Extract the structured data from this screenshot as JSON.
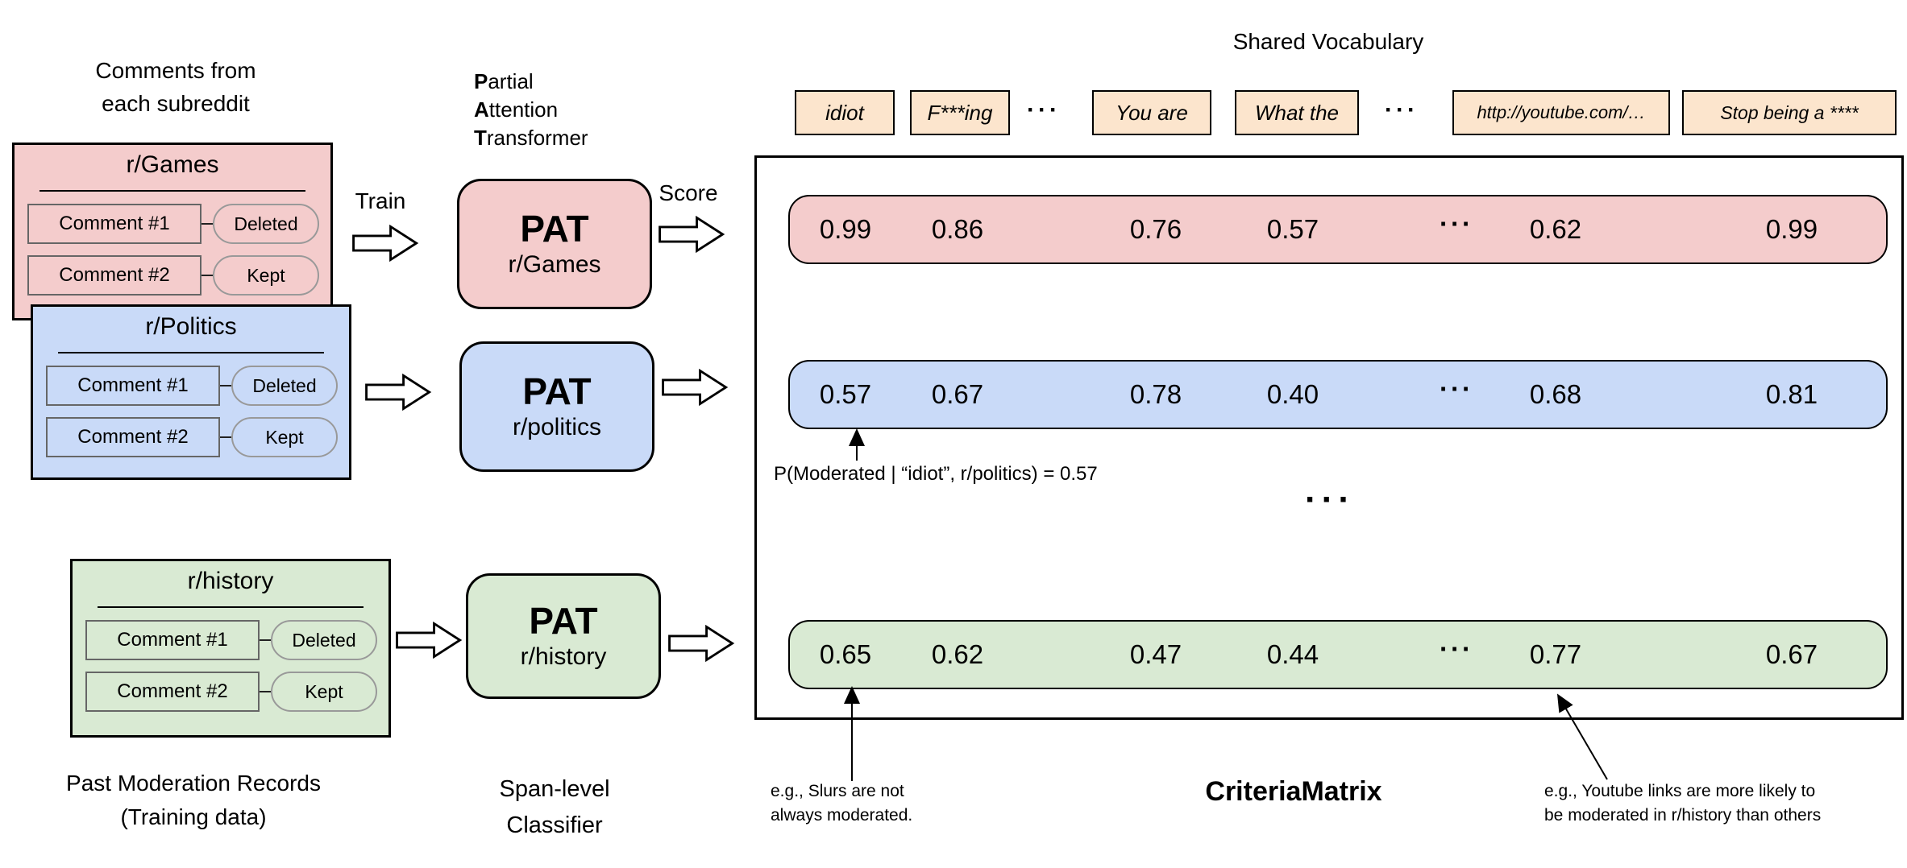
{
  "labels": {
    "comments_header": [
      "Comments from",
      "each subreddit"
    ],
    "pat_acronym": [
      [
        "P",
        "artial"
      ],
      [
        "A",
        "ttention"
      ],
      [
        "T",
        "ransformer"
      ]
    ],
    "train": "Train",
    "score": "Score",
    "shared_vocabulary": "Shared Vocabulary",
    "past_records": [
      "Past Moderation Records",
      "(Training data)"
    ],
    "span_classifier": [
      "Span-level",
      "Classifier"
    ],
    "criteria_matrix": "CriteriaMatrix",
    "ellipsis": "···"
  },
  "subreddits": [
    {
      "title": "r/Games",
      "color": "#f4cccc",
      "comments": [
        {
          "text": "Comment #1",
          "status": "Deleted"
        },
        {
          "text": "Comment #2",
          "status": "Kept"
        }
      ]
    },
    {
      "title": "r/Politics",
      "color": "#c9daf8",
      "comments": [
        {
          "text": "Comment #1",
          "status": "Deleted"
        },
        {
          "text": "Comment #2",
          "status": "Kept"
        }
      ]
    },
    {
      "title": "r/history",
      "color": "#d9ead3",
      "comments": [
        {
          "text": "Comment #1",
          "status": "Deleted"
        },
        {
          "text": "Comment #2",
          "status": "Kept"
        }
      ]
    }
  ],
  "pat_models": [
    {
      "acronym": "PAT",
      "subreddit": "r/Games",
      "color": "#f4cccc"
    },
    {
      "acronym": "PAT",
      "subreddit": "r/politics",
      "color": "#c9daf8"
    },
    {
      "acronym": "PAT",
      "subreddit": "r/history",
      "color": "#d9ead3"
    }
  ],
  "vocabulary": {
    "token_color": "#fce5cd",
    "tokens": [
      "idiot",
      "F***ing",
      "You are",
      "What the",
      "http://youtube.com/…",
      "Stop being a ****"
    ]
  },
  "matrix": {
    "rows": [
      {
        "subreddit": "r/Games",
        "values": [
          "0.99",
          "0.86",
          "0.76",
          "0.57",
          "0.62",
          "0.99"
        ]
      },
      {
        "subreddit": "r/politics",
        "values": [
          "0.57",
          "0.67",
          "0.78",
          "0.40",
          "0.68",
          "0.81"
        ]
      },
      {
        "subreddit": "r/history",
        "values": [
          "0.65",
          "0.62",
          "0.47",
          "0.44",
          "0.77",
          "0.67"
        ]
      }
    ]
  },
  "annotations": {
    "probability": "P(Moderated | “idiot”, r/politics) = 0.57",
    "slurs": [
      "e.g., Slurs are not",
      "always moderated."
    ],
    "youtube": [
      "e.g., Youtube links are more likely to",
      "be moderated in r/history than others"
    ]
  }
}
